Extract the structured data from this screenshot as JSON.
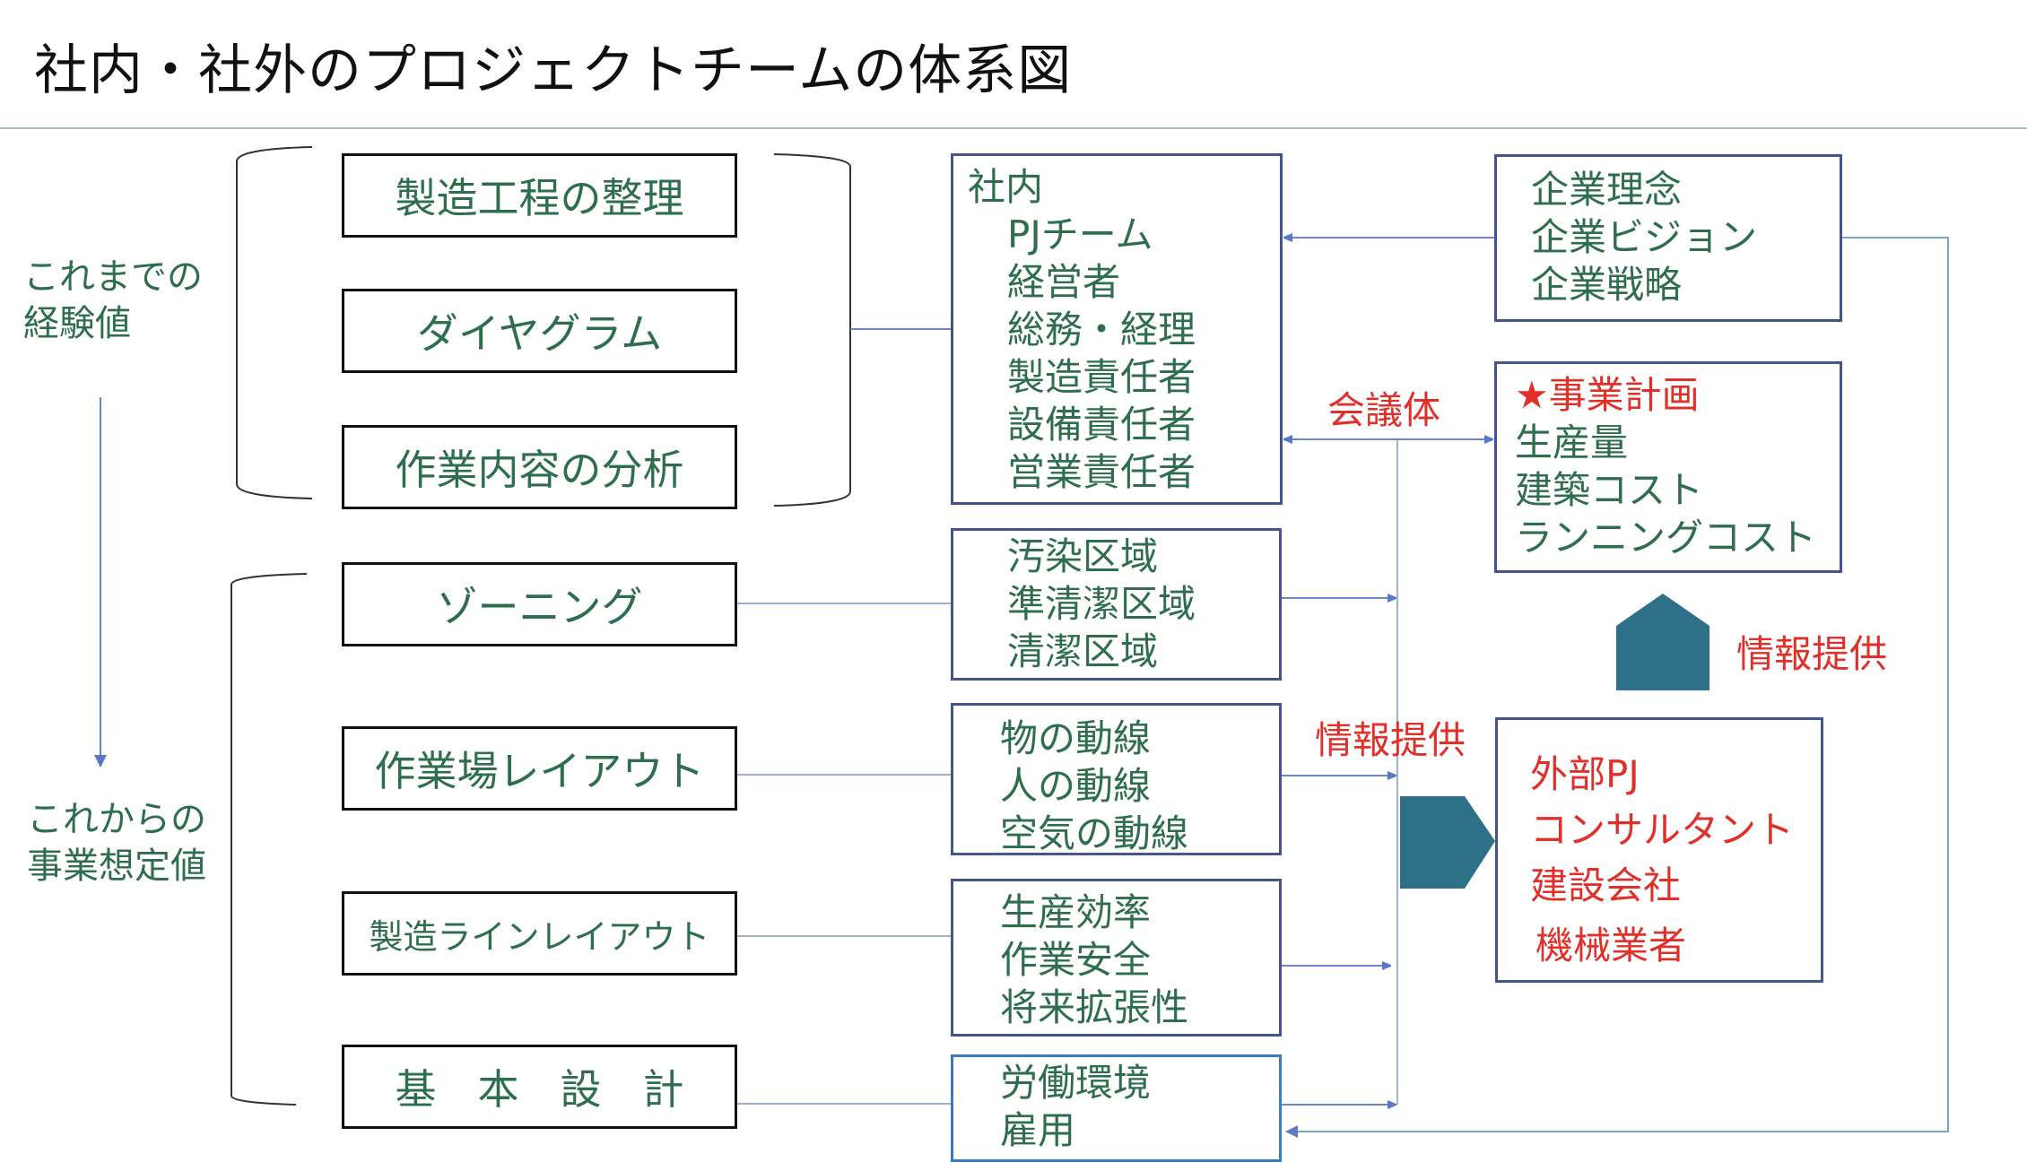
{
  "title": "社内・社外のプロジェクトチームの体系図",
  "left_labels": {
    "past": [
      "これまでの",
      "経験値"
    ],
    "future": [
      "これからの",
      "事業想定値"
    ]
  },
  "past_items": [
    "製造工程の整理",
    "ダイヤグラム",
    "作業内容の分析"
  ],
  "future_items": [
    "ゾーニング",
    "作業場レイアウト",
    "製造ラインレイアウト",
    "基　本　設　計"
  ],
  "internal_team": {
    "heading": "社内",
    "members": [
      "PJチーム",
      "経営者",
      "総務・経理",
      "製造責任者",
      "設備責任者",
      "営業責任者"
    ]
  },
  "detail_boxes": [
    {
      "lines": [
        "汚染区域",
        "準清潔区域",
        "清潔区域"
      ]
    },
    {
      "lines": [
        "物の動線",
        "人の動線",
        "空気の動線"
      ]
    },
    {
      "lines": [
        "生産効率",
        "作業安全",
        "将来拡張性"
      ]
    },
    {
      "lines": [
        "労働環境",
        "雇用"
      ]
    }
  ],
  "corporate_box": {
    "lines": [
      "企業理念",
      "企業ビジョン",
      "企業戦略"
    ]
  },
  "business_plan": {
    "heading": "★事業計画",
    "lines": [
      "生産量",
      "建築コスト",
      "ランニングコスト"
    ]
  },
  "external_team": {
    "lines": [
      "外部PJ",
      "コンサルタント",
      "建設会社",
      "機械業者"
    ]
  },
  "labels": {
    "meeting": "会議体",
    "info_provision_left": "情報提供",
    "info_provision_right": "情報提供"
  },
  "colors": {
    "text_green": "#2e6e4e",
    "accent_red": "#e0302a",
    "box_border": "#44558c",
    "connector": "#5b78c8",
    "arrow_fill": "#2e7088"
  }
}
